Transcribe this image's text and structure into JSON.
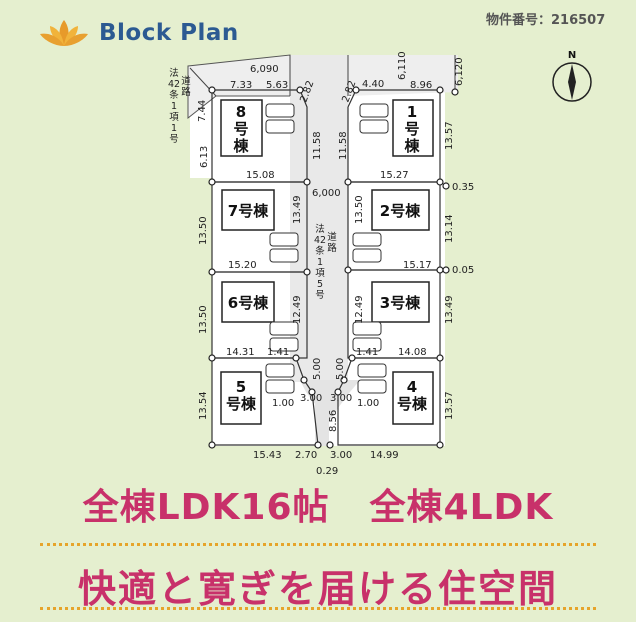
{
  "header": {
    "title": "Block Plan",
    "property_no": "物件番号：216507"
  },
  "compass": {
    "label": "N"
  },
  "road_labels": {
    "left": [
      "法",
      "42",
      "条",
      "1",
      "項",
      "1",
      "号"
    ],
    "left_road": [
      "道",
      "路"
    ],
    "center": [
      "法",
      "42",
      "条",
      "1",
      "項",
      "5",
      "号"
    ],
    "center_road": [
      "道",
      "路"
    ]
  },
  "lots": {
    "l1": "1号棟",
    "l2": "2号棟",
    "l3": "3号棟",
    "l4": "4号棟",
    "l5": "5号棟",
    "l6": "6号棟",
    "l7": "7号棟",
    "l8": "8号棟"
  },
  "dims": {
    "d6090": "6,090",
    "d733": "7.33",
    "d563": "5.63",
    "d282a": "2.82",
    "d282b": "2.82",
    "d440": "4.40",
    "d6110": "6,110",
    "d896": "8.96",
    "d6120": "6,120",
    "d744": "7.44",
    "d613": "6.13",
    "d1158a": "11.58",
    "d1158b": "11.58",
    "d1357a": "13.57",
    "d1508": "15.08",
    "d6000": "6,000",
    "d1527": "15.27",
    "d035": "0.35",
    "d1350a": "13.50",
    "d1349a": "13.49",
    "d1350b": "13.50",
    "d1314": "13.14",
    "d1520": "15.20",
    "d1517": "15.17",
    "d005": "0.05",
    "d1350c": "13.50",
    "d1249a": "12.49",
    "d1249b": "12.49",
    "d1349b": "13.49",
    "d1431": "14.31",
    "d141a": "1.41",
    "d141b": "1.41",
    "d1408": "14.08",
    "d500a": "5.00",
    "d500b": "5.00",
    "d1354": "13.54",
    "d300a": "3.00",
    "d300b": "3.00",
    "d100a": "1.00",
    "d100b": "1.00",
    "d1357b": "13.57",
    "d856": "8.56",
    "d1543": "15.43",
    "d270": "2.70",
    "d300c": "3.00",
    "d1499": "14.99",
    "d029": "0.29"
  },
  "banner": {
    "line1a": "全棟LDK16帖",
    "line1b": "全棟4LDK",
    "line2": "快適と寛ぎを届ける住空間"
  }
}
